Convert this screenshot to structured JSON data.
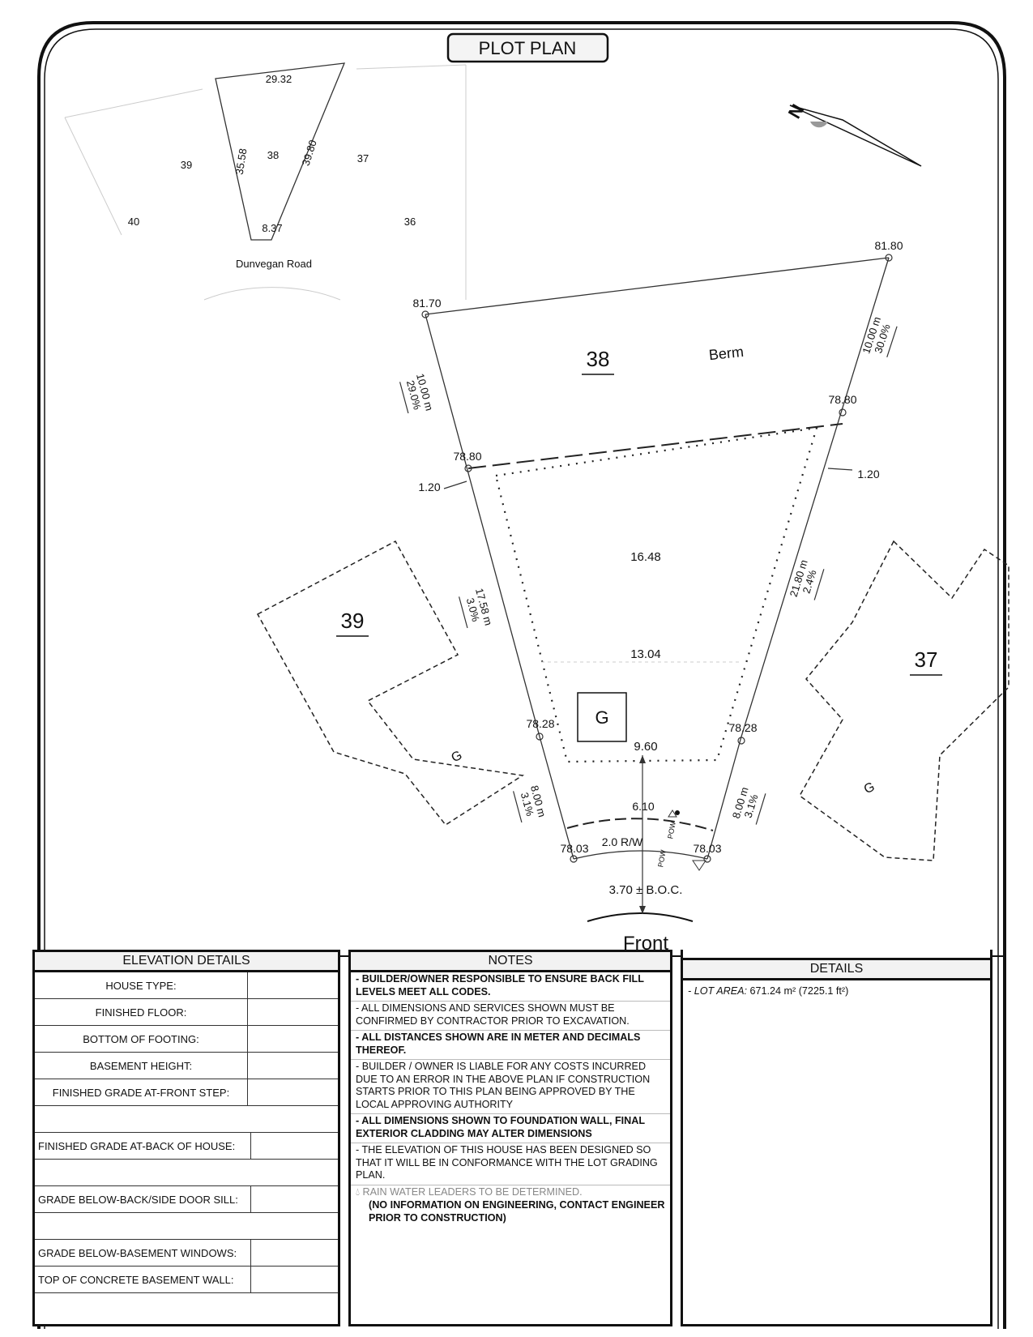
{
  "title": "PLOT PLAN",
  "key_plan": {
    "lots": {
      "l39": "39",
      "l38": "38",
      "l37": "37",
      "l40": "40",
      "l36": "36"
    },
    "dims": {
      "top": "29.32",
      "left": "35.58",
      "right": "39.80",
      "bottom": "8.37"
    },
    "road": "Dunvegan Road"
  },
  "north_label": "N",
  "plan": {
    "lot_number": "38",
    "berm": "Berm",
    "elevations": {
      "rear_left": "81.70",
      "rear_right": "81.80",
      "mid_left": "78.80",
      "mid_right": "78.80",
      "front_house_left": "78.28",
      "front_house_right": "78.28",
      "front_left": "78.03",
      "front_right": "78.03"
    },
    "slopes": {
      "rear_left": "10.00 m",
      "rear_left_pct": "29.0%",
      "rear_right": "10.00 m",
      "rear_right_pct": "30.0%",
      "side_left": "17.58 m",
      "side_left_pct": "3.0%",
      "side_right": "21.80 m",
      "side_right_pct": "2.4%",
      "front_left": "8.00 m",
      "front_left_pct": "3.1%",
      "front_right": "8.00 m",
      "front_right_pct": "3.1%"
    },
    "setbacks": {
      "left": "1.20",
      "right": "1.20",
      "front": "6.10"
    },
    "house_widths": {
      "rear": "16.48",
      "middle": "13.04",
      "front": "9.60"
    },
    "garage": "G",
    "row": "2.0 R/W",
    "boc": "3.70 ± B.O.C.",
    "pow": "POW",
    "front": "Front",
    "neighbour_left": {
      "lot": "39",
      "garage": "G"
    },
    "neighbour_right": {
      "lot": "37",
      "garage": "G"
    }
  },
  "elevation_details": {
    "title": "ELEVATION DETAILS",
    "rows": [
      {
        "label": "HOUSE TYPE:",
        "value": ""
      },
      {
        "label": "FINISHED FLOOR:",
        "value": ""
      },
      {
        "label": "BOTTOM OF FOOTING:",
        "value": ""
      },
      {
        "label": "BASEMENT HEIGHT:",
        "value": ""
      },
      {
        "label": "FINISHED GRADE AT-FRONT STEP:",
        "value": ""
      },
      {
        "label": "",
        "value": ""
      },
      {
        "label": "FINISHED GRADE AT-BACK OF HOUSE:",
        "value": ""
      },
      {
        "label": "",
        "value": ""
      },
      {
        "label": "GRADE BELOW-BACK/SIDE DOOR SILL:",
        "value": ""
      },
      {
        "label": "",
        "value": ""
      },
      {
        "label": "GRADE BELOW-BASEMENT WINDOWS:",
        "value": ""
      },
      {
        "label": "TOP OF CONCRETE BASEMENT WALL:",
        "value": ""
      }
    ]
  },
  "notes": {
    "title": "NOTES",
    "items": [
      "- BUILDER/OWNER RESPONSIBLE TO ENSURE BACK FILL LEVELS MEET ALL CODES.",
      "- ALL DIMENSIONS AND SERVICES SHOWN MUST BE CONFIRMED BY CONTRACTOR PRIOR TO EXCAVATION.",
      "- ALL DISTANCES SHOWN ARE IN METER AND DECIMALS THEREOF.",
      "- BUILDER / OWNER IS LIABLE FOR ANY COSTS INCURRED DUE TO AN ERROR IN THE ABOVE PLAN IF CONSTRUCTION STARTS PRIOR TO THIS PLAN BEING APPROVED BY THE LOCAL APPROVING AUTHORITY",
      "- ALL DIMENSIONS SHOWN TO FOUNDATION WALL, FINAL EXTERIOR CLADDING MAY ALTER DIMENSIONS",
      "- THE ELEVATION OF THIS HOUSE HAS BEEN DESIGNED SO THAT IT WILL BE IN CONFORMANCE WITH THE LOT GRADING PLAN.",
      "RAIN WATER LEADERS TO BE DETERMINED.",
      "(NO INFORMATION ON ENGINEERING, CONTACT ENGINEER PRIOR TO CONSTRUCTION)"
    ]
  },
  "details": {
    "title": "DETAILS",
    "lot_area_label": "- LOT AREA:",
    "lot_area_value": "671.24 m² (7225.1 ft²)"
  }
}
